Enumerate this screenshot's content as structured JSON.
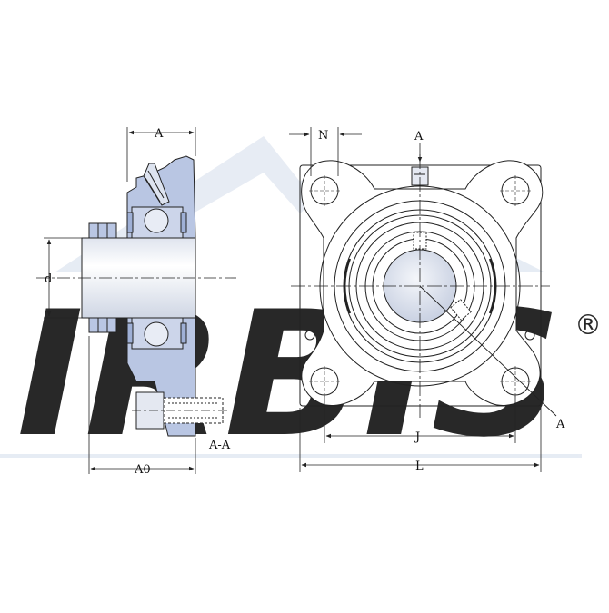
{
  "watermark": {
    "text": "IRBIS",
    "registered_mark": "®",
    "color": "#dfe6f0"
  },
  "section_view": {
    "dimension_a": "A",
    "dimension_a0": "A0",
    "dimension_d": "d",
    "section_label": "A-A"
  },
  "front_view": {
    "dimension_n": "N",
    "section_marker_top": "A",
    "section_marker_bottom": "A",
    "dimension_j": "J",
    "dimension_l": "L"
  },
  "colors": {
    "housing": "#b9c6e3",
    "line": "#222222",
    "shaft_light": "#eef1f6"
  }
}
